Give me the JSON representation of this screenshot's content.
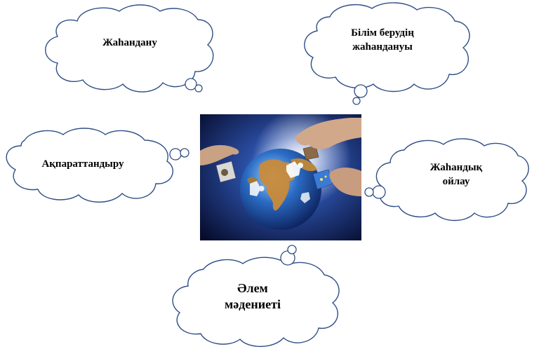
{
  "clouds": {
    "top_left": {
      "lines": [
        "Жаһандану"
      ]
    },
    "top_right": {
      "lines": [
        "Білім берудің",
        "жаһандануы"
      ]
    },
    "mid_left": {
      "lines": [
        "Ақпараттандыру"
      ]
    },
    "mid_right": {
      "lines": [
        "Жаһандық",
        "ойлау"
      ]
    },
    "bottom": {
      "lines": [
        "Әлем",
        "мәдениеті"
      ]
    }
  },
  "center_image": {
    "description_icon": "globe-puzzle-hands-icon"
  },
  "colors": {
    "cloud_outline": "#2f4f86",
    "background": "#ffffff",
    "globe_ocean": "#2a5fb0",
    "globe_land": "#c98a3a"
  }
}
